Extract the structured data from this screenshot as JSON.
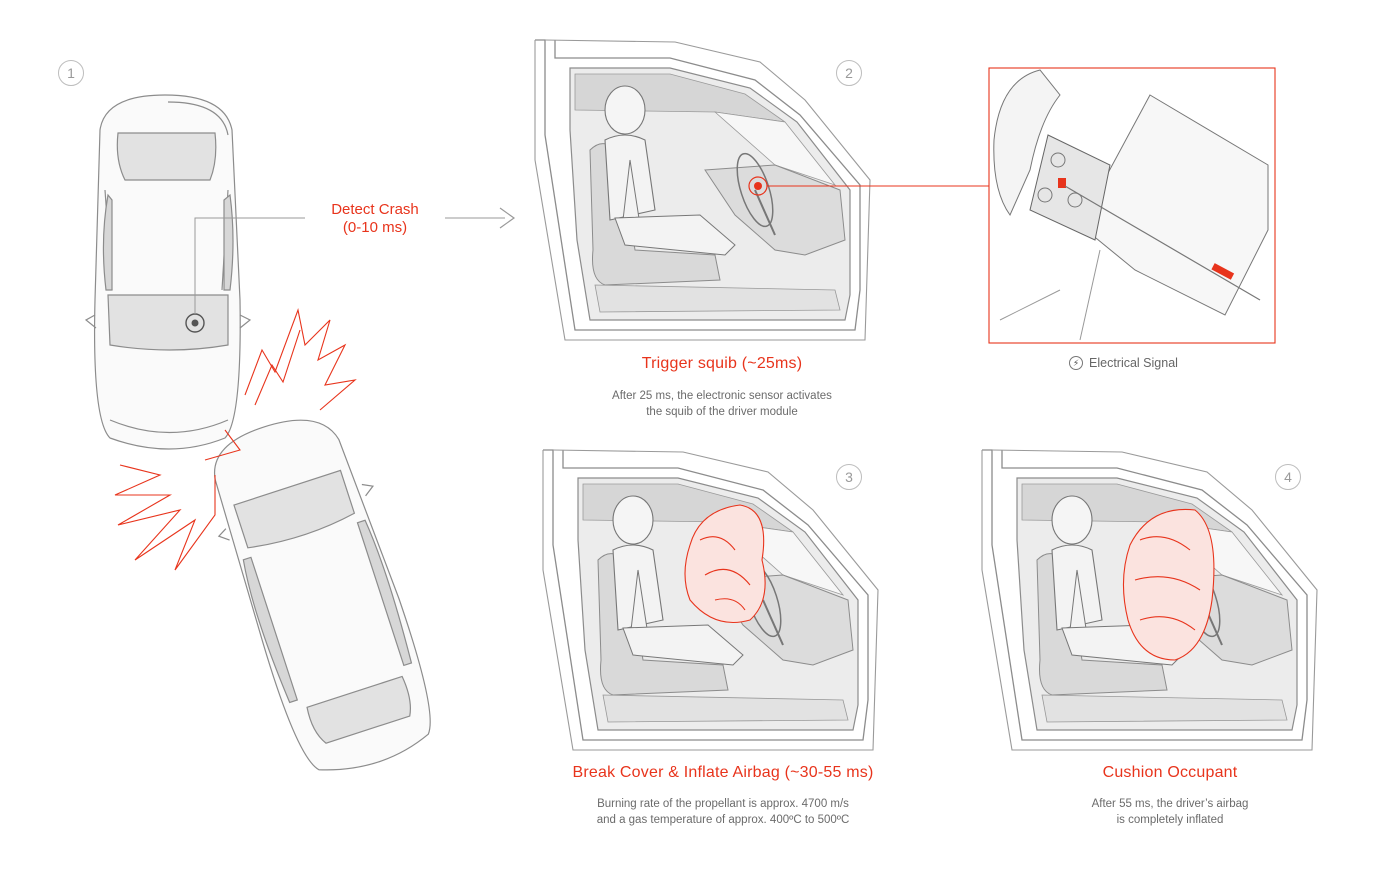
{
  "accent_color": "#e8341c",
  "line_color": "#8c8c8c",
  "fill_color": "#e4e4e4",
  "steps": [
    {
      "number": "1"
    },
    {
      "number": "2"
    },
    {
      "number": "3"
    },
    {
      "number": "4"
    }
  ],
  "detect": {
    "line1": "Detect Crash",
    "line2": "(0-10 ms)"
  },
  "trigger": {
    "title": "Trigger squib (~25ms)",
    "desc_line1": "After 25 ms, the electronic sensor activates",
    "desc_line2": "the squib of the driver module"
  },
  "signal": {
    "label": "Electrical Signal",
    "icon": "lightning-bolt-icon"
  },
  "inflate": {
    "title": "Break Cover & Inflate Airbag (~30-55 ms)",
    "desc_line1": "Burning rate of the propellant is approx. 4700 m/s",
    "desc_line2": "and a gas temperature of approx. 400ºC to 500ºC"
  },
  "cushion": {
    "title": "Cushion Occupant",
    "desc_line1": "After 55 ms, the driver’s airbag",
    "desc_line2": "is completely inflated"
  }
}
